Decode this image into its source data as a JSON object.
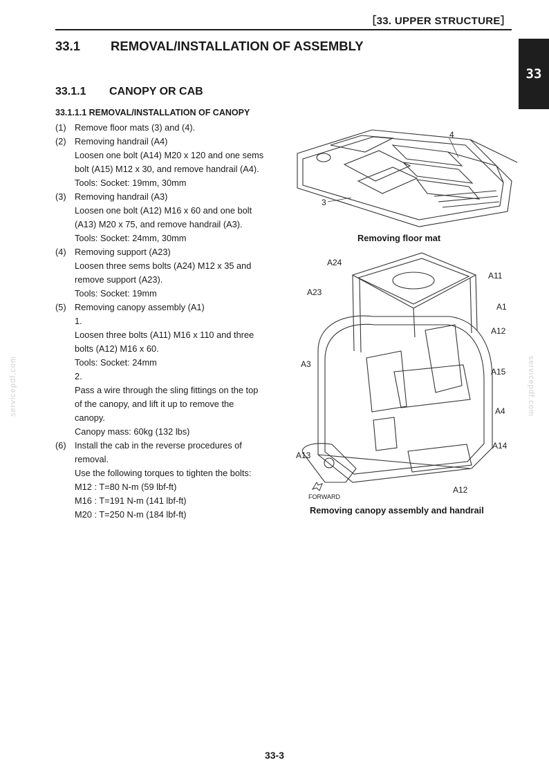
{
  "header": {
    "title": "［33.  UPPER STRUCTURE］"
  },
  "side_tab": {
    "label": "33"
  },
  "watermark": {
    "text": "servicepdf.com"
  },
  "section": {
    "number": "33.1",
    "title": "REMOVAL/INSTALLATION OF ASSEMBLY"
  },
  "subsection": {
    "number": "33.1.1",
    "title": "CANOPY OR CAB"
  },
  "subsubsection": {
    "title": "33.1.1.1 REMOVAL/INSTALLATION OF CANOPY"
  },
  "steps": [
    {
      "marker": "(1)",
      "text": "Remove floor mats (3) and (4).",
      "lines": []
    },
    {
      "marker": "(2)",
      "text": "Removing handrail (A4)",
      "lines": [
        "Loosen one bolt (A14) M20 x 120 and one sems bolt (A15) M12 x 30, and remove handrail (A4).",
        "Tools: Socket: 19mm, 30mm"
      ]
    },
    {
      "marker": "(3)",
      "text": "Removing handrail (A3)",
      "lines": [
        "Loosen one bolt (A12) M16 x 60 and one bolt (A13) M20 x 75, and remove handrail (A3).",
        "Tools: Socket: 24mm, 30mm"
      ]
    },
    {
      "marker": "(4)",
      "text": "Removing support (A23)",
      "lines": [
        "Loosen three sems bolts (A24) M12 x 35 and remove support (A23).",
        "Tools: Socket: 19mm"
      ]
    },
    {
      "marker": "(5)",
      "text": "Removing canopy assembly (A1)",
      "lines": [
        "1.",
        "Loosen three bolts (A11) M16 x 110 and three bolts (A12) M16 x 60.",
        "Tools: Socket: 24mm",
        "2.",
        "Pass a wire through the sling fittings on the top of the canopy, and lift it up to remove the canopy.",
        "Canopy mass: 60kg (132 lbs)"
      ]
    },
    {
      "marker": "(6)",
      "text": "Install the cab in the reverse procedures of removal.",
      "lines": [
        "Use the following torques to tighten the bolts:",
        "M12 : T=80 N-m (59 lbf-ft)",
        "M16 : T=191 N-m (141 lbf-ft)",
        "M20 : T=250 N-m (184 lbf-ft)"
      ]
    }
  ],
  "figures": {
    "floor_mat": {
      "caption": "Removing floor mat",
      "callouts": {
        "c4": "4",
        "c3": "3"
      }
    },
    "canopy": {
      "caption": "Removing canopy assembly and handrail",
      "forward": "FORWARD",
      "callouts": {
        "a24": "A24",
        "a11": "A11",
        "a23": "A23",
        "a1": "A1",
        "a12_top": "A12",
        "a3": "A3",
        "a15": "A15",
        "a4": "A4",
        "a14": "A14",
        "a13": "A13",
        "a12_bottom": "A12"
      }
    }
  },
  "footer": {
    "page_number": "33-3"
  }
}
